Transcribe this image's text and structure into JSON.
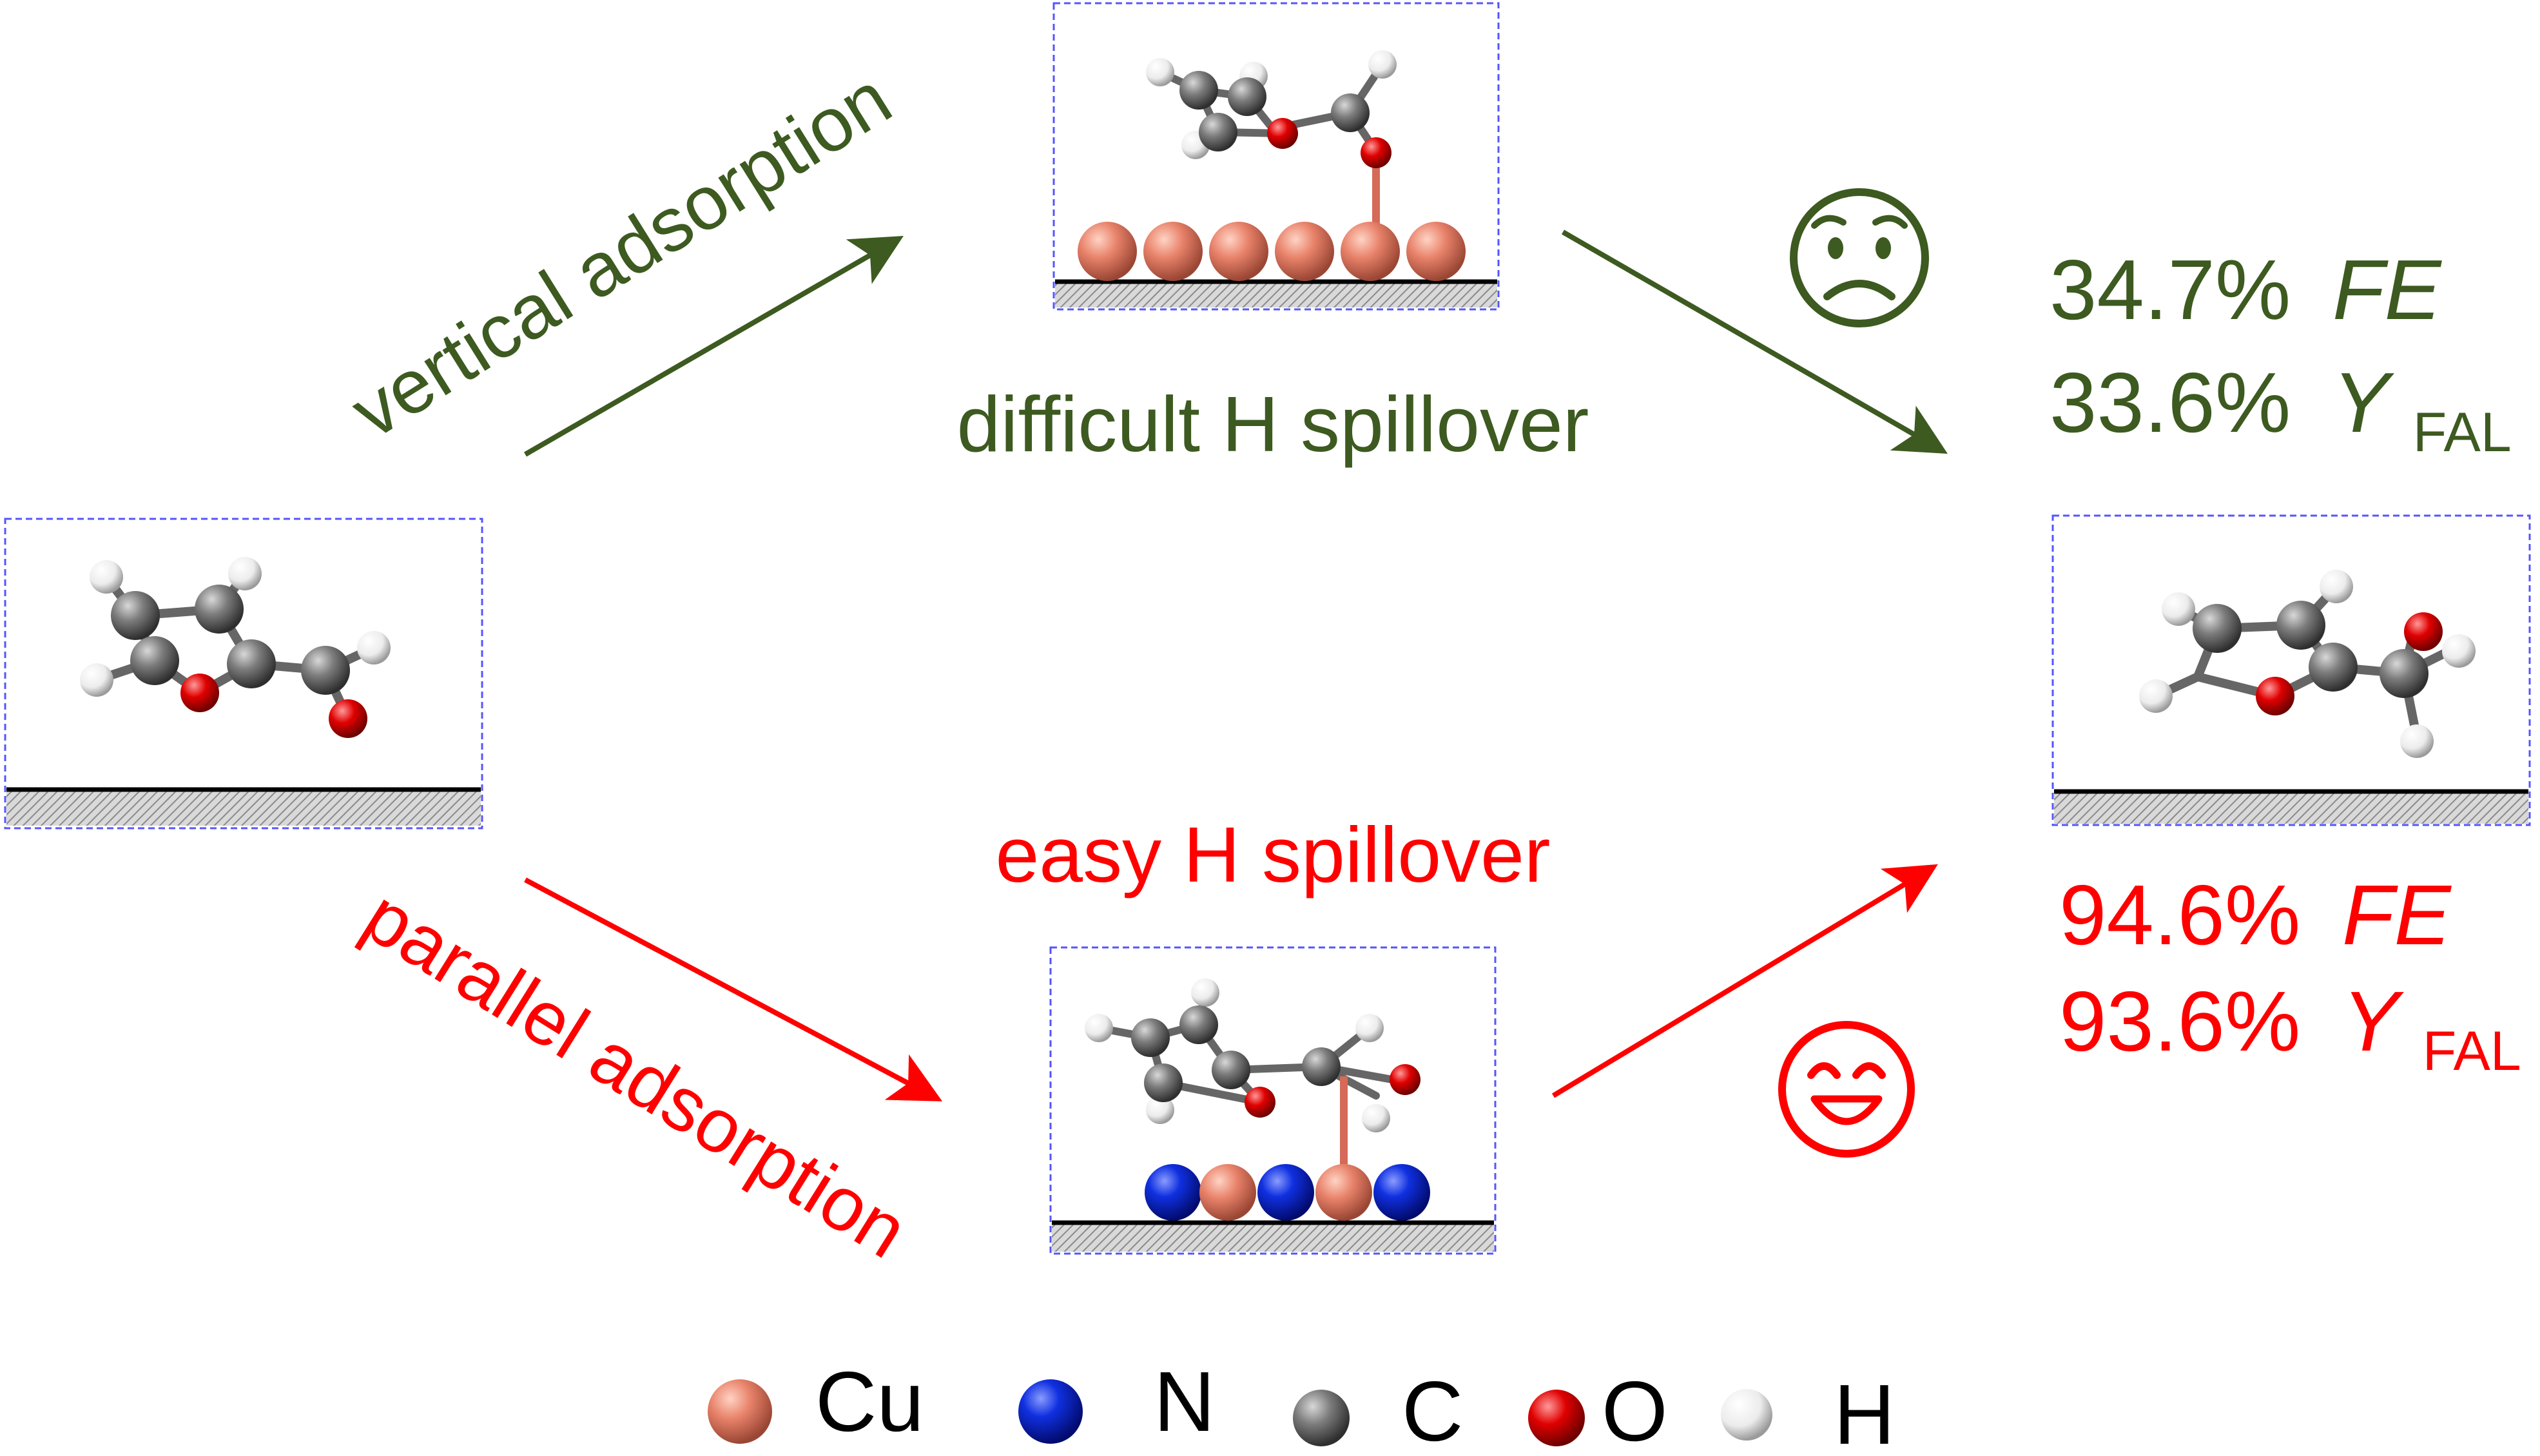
{
  "colors": {
    "green": "#3d5a20",
    "red": "#ff0000",
    "box_border": "#5555ff",
    "cu": "#e8826a",
    "n": "#0a1fd6",
    "c": "#7a7a7a",
    "o": "#e00000",
    "h": "#f2f2f2"
  },
  "labels": {
    "vertical_adsorption": "vertical adsorption",
    "parallel_adsorption": "parallel adsorption",
    "difficult_spillover": "difficult H spillover",
    "easy_spillover": "easy H spillover"
  },
  "results": {
    "top": {
      "fe_value": "34.7%",
      "fe_label": "FE",
      "y_value": "33.6%",
      "y_label": "Y",
      "y_sub": "FAL"
    },
    "bottom": {
      "fe_value": "94.6%",
      "fe_label": "FE",
      "y_value": "93.6%",
      "y_label": "Y",
      "y_sub": "FAL"
    }
  },
  "faces": {
    "top": "worried-face-icon",
    "bottom": "smiling-face-icon"
  },
  "legend": [
    {
      "symbol": "Cu",
      "atom": "cu"
    },
    {
      "symbol": "N",
      "atom": "n"
    },
    {
      "symbol": "C",
      "atom": "c"
    },
    {
      "symbol": "O",
      "atom": "o"
    },
    {
      "symbol": "H",
      "atom": "h"
    }
  ]
}
